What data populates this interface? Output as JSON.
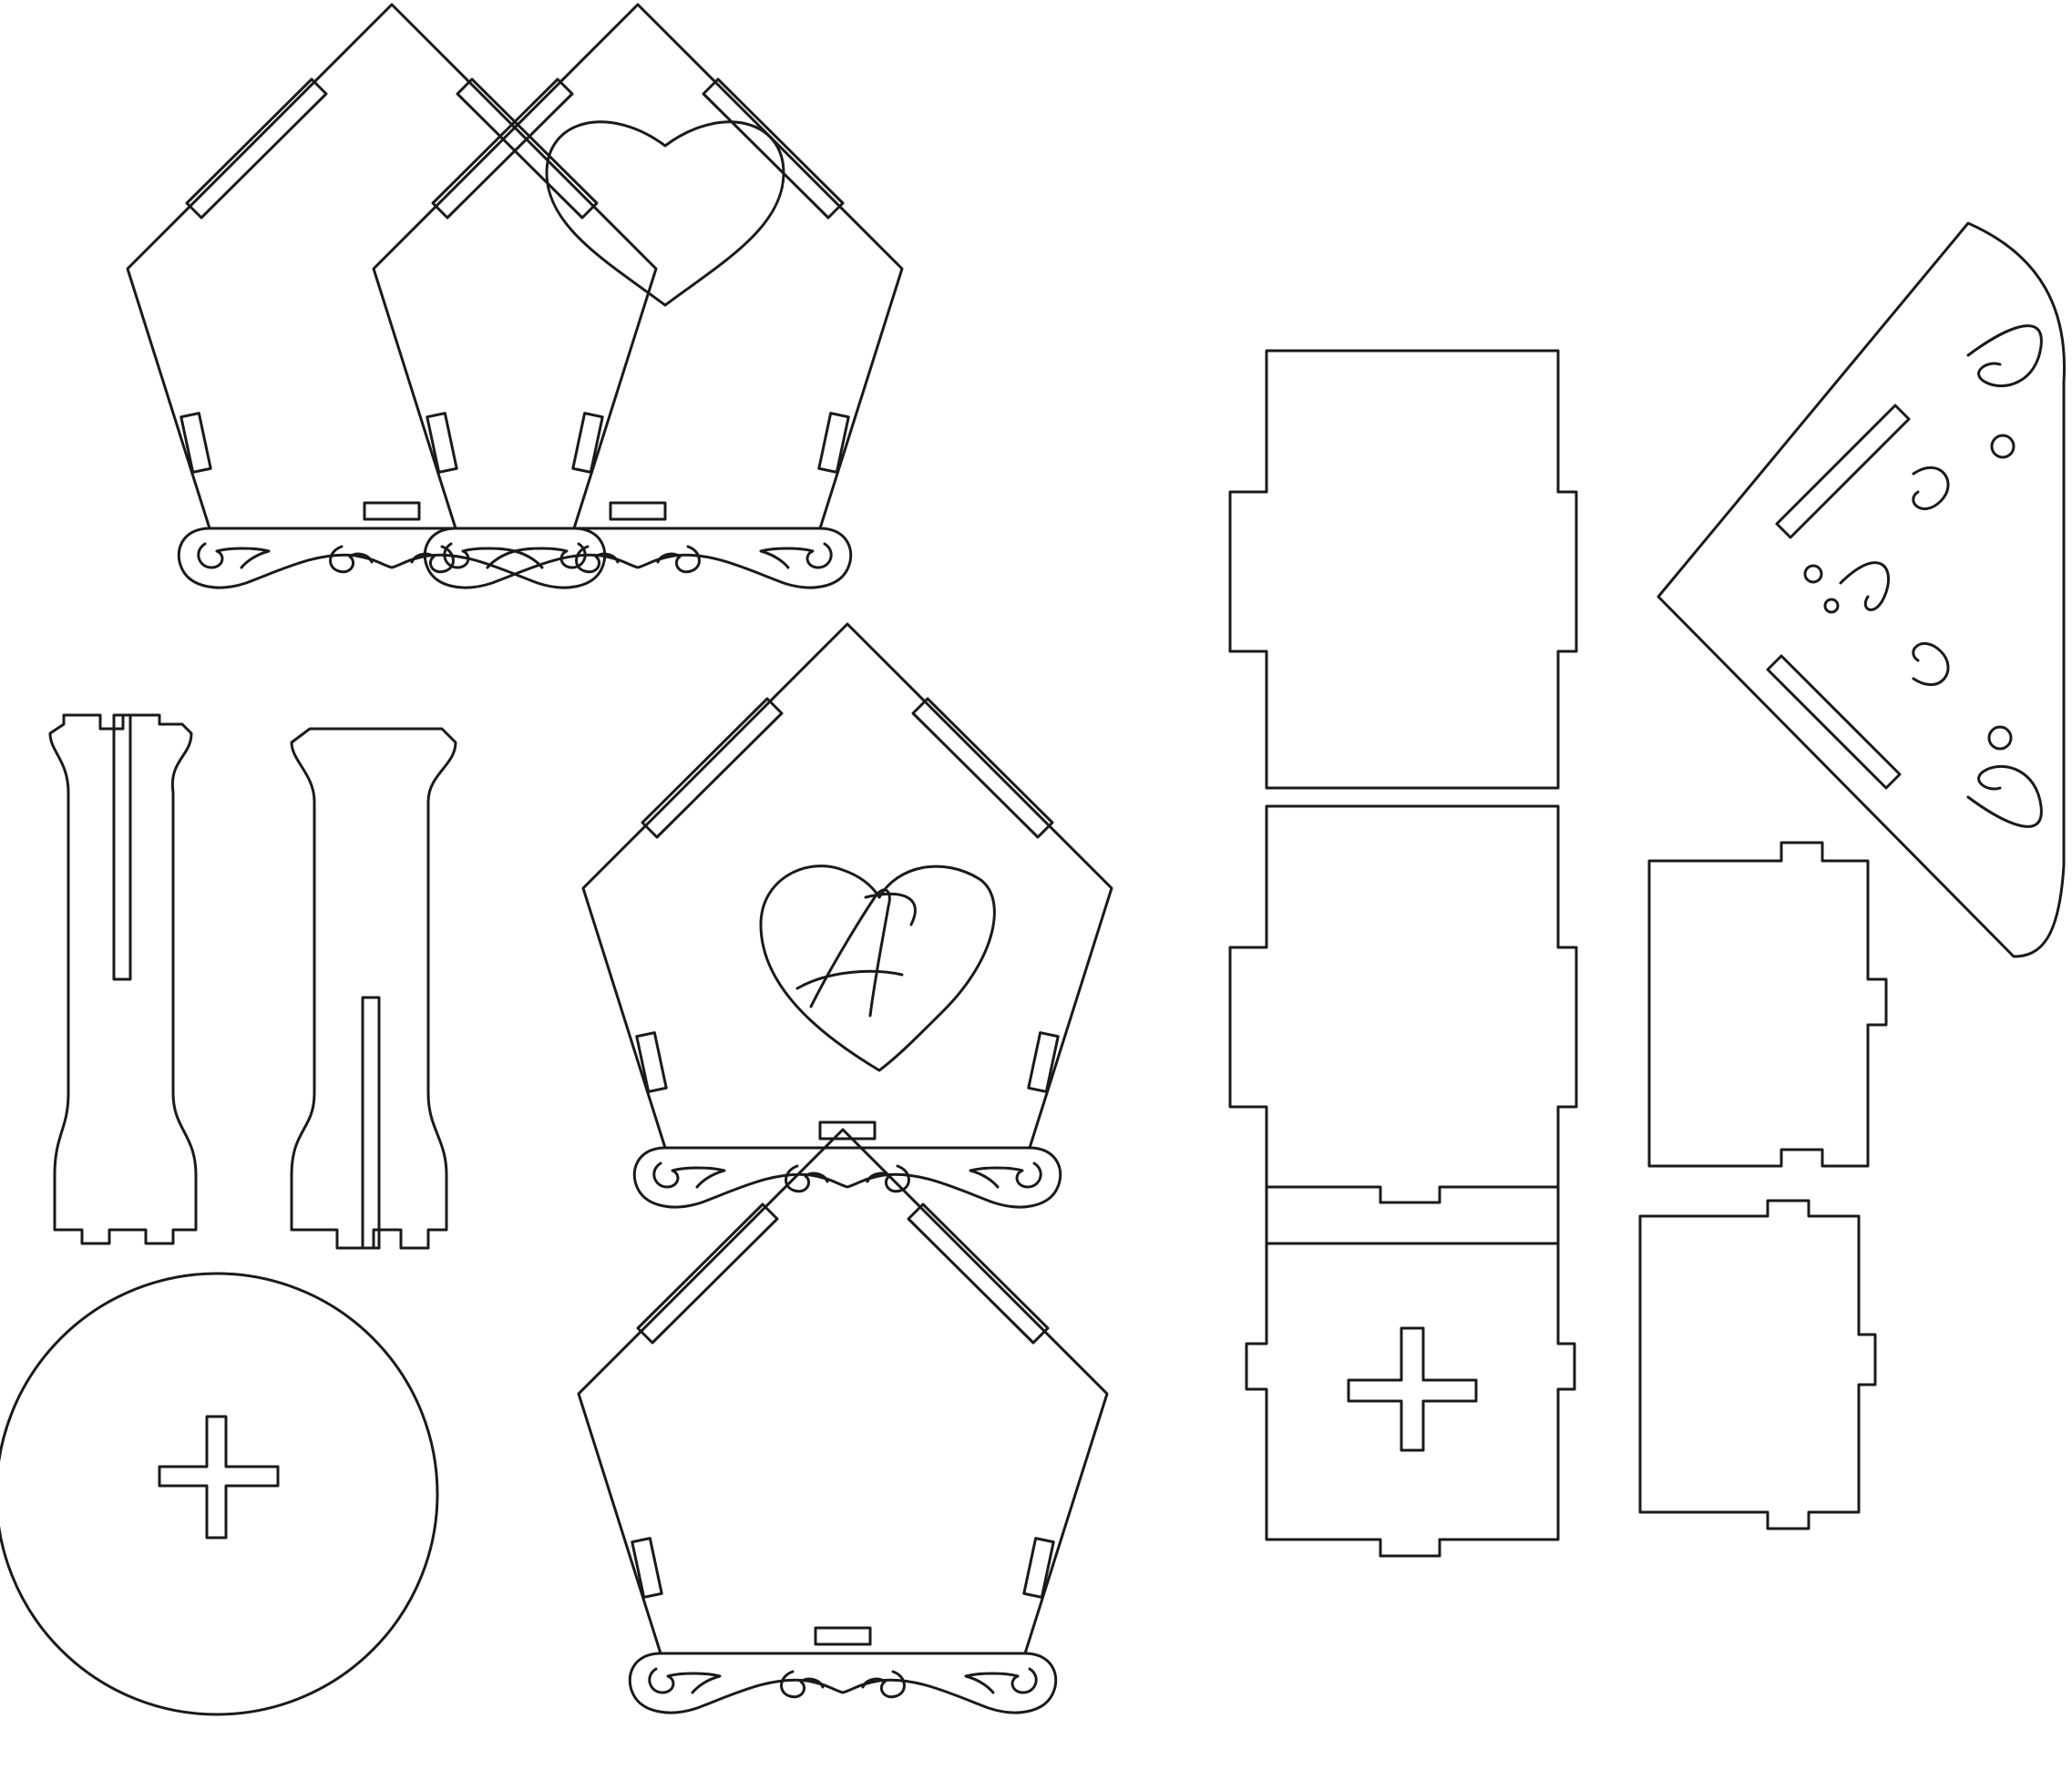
{
  "colors": {
    "background": "#ffffff",
    "cut_line": "#1a1a1a"
  },
  "parts": [
    {
      "name": "pentagon-wall-plain",
      "count": 2
    },
    {
      "name": "pentagon-wall-heart-cutout",
      "count": 1
    },
    {
      "name": "pentagon-wall-monogram-heart-cutout",
      "count": 1
    },
    {
      "name": "slotted-post",
      "count": 2
    },
    {
      "name": "round-base-with-cross-slot",
      "count": 1
    },
    {
      "name": "tabbed-square-panel",
      "count": 3
    },
    {
      "name": "small-tabbed-square-panel",
      "count": 2
    },
    {
      "name": "roof-corner-ornament",
      "count": 1
    }
  ],
  "monogram_letter": "A"
}
